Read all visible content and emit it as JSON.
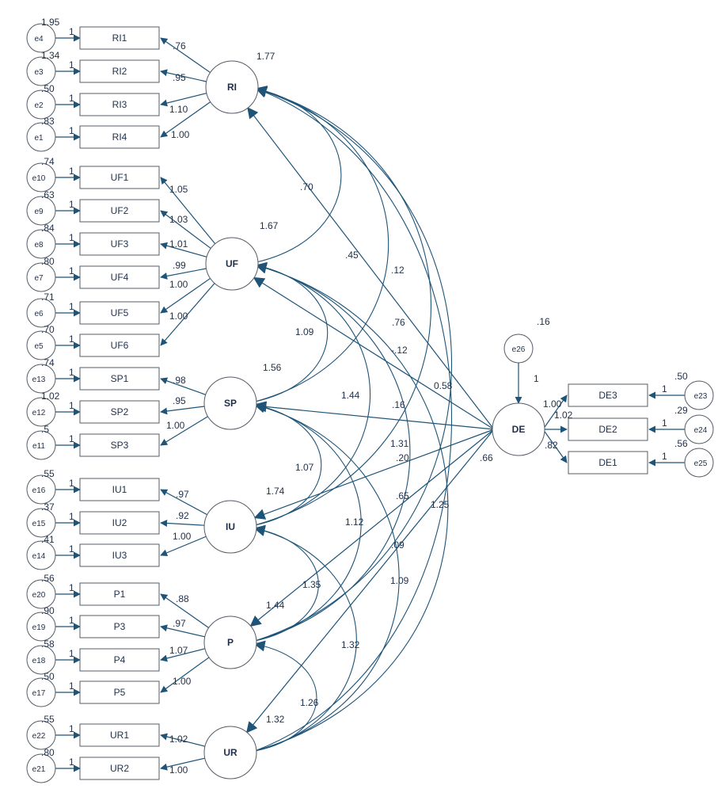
{
  "accent_color": "#1d5478",
  "latents": [
    {
      "id": "RI",
      "label": "RI",
      "variance": "1.77"
    },
    {
      "id": "UF",
      "label": "UF",
      "variance": "1.67"
    },
    {
      "id": "SP",
      "label": "SP",
      "variance": "1.56"
    },
    {
      "id": "IU",
      "label": "IU",
      "variance": "1.74"
    },
    {
      "id": "P",
      "label": "P",
      "variance": "1.44"
    },
    {
      "id": "UR",
      "label": "UR",
      "variance": "1.32"
    }
  ],
  "indicators": [
    {
      "label": "RI1",
      "latent": "RI",
      "loading": ".76",
      "error": "e4",
      "error_variance": "1.95",
      "fixed": "1"
    },
    {
      "label": "RI2",
      "latent": "RI",
      "loading": ".95",
      "error": "e3",
      "error_variance": "1.34",
      "fixed": "1"
    },
    {
      "label": "RI3",
      "latent": "RI",
      "loading": "1.10",
      "error": "e2",
      "error_variance": ".50",
      "fixed": "1"
    },
    {
      "label": "RI4",
      "latent": "RI",
      "loading": "1.00",
      "error": "e1",
      "error_variance": ".83",
      "fixed": "1"
    },
    {
      "label": "UF1",
      "latent": "UF",
      "loading": "1.05",
      "error": "e10",
      "error_variance": ".74",
      "fixed": "1"
    },
    {
      "label": "UF2",
      "latent": "UF",
      "loading": "1.03",
      "error": "e9",
      "error_variance": ".63",
      "fixed": "1"
    },
    {
      "label": "UF3",
      "latent": "UF",
      "loading": "1.01",
      "error": "e8",
      "error_variance": ".84",
      "fixed": "1"
    },
    {
      "label": "UF4",
      "latent": "UF",
      "loading": ".99",
      "error": "e7",
      "error_variance": ".80",
      "fixed": "1"
    },
    {
      "label": "UF5",
      "latent": "UF",
      "loading": "1.00",
      "error": "e6",
      "error_variance": ".71",
      "fixed": "1"
    },
    {
      "label": "UF6",
      "latent": "UF",
      "loading": "1.00",
      "error": "e5",
      "error_variance": ".70",
      "fixed": "1"
    },
    {
      "label": "SP1",
      "latent": "SP",
      "loading": ".98",
      "error": "e13",
      "error_variance": ".74",
      "fixed": "1"
    },
    {
      "label": "SP2",
      "latent": "SP",
      "loading": ".95",
      "error": "e12",
      "error_variance": "1.02",
      "fixed": "1"
    },
    {
      "label": "SP3",
      "latent": "SP",
      "loading": "1.00",
      "error": "e11",
      "error_variance": ".5",
      "fixed": "1"
    },
    {
      "label": "IU1",
      "latent": "IU",
      "loading": ".97",
      "error": "e16",
      "error_variance": ".55",
      "fixed": "1"
    },
    {
      "label": "IU2",
      "latent": "IU",
      "loading": ".92",
      "error": "e15",
      "error_variance": ".37",
      "fixed": "1"
    },
    {
      "label": "IU3",
      "latent": "IU",
      "loading": "1.00",
      "error": "e14",
      "error_variance": ".41",
      "fixed": "1"
    },
    {
      "label": "P1",
      "latent": "P",
      "loading": ".88",
      "error": "e20",
      "error_variance": ".56",
      "fixed": "1"
    },
    {
      "label": "P3",
      "latent": "P",
      "loading": ".97",
      "error": "e19",
      "error_variance": ".90",
      "fixed": "1"
    },
    {
      "label": "P4",
      "latent": "P",
      "loading": "1.07",
      "error": "e18",
      "error_variance": ".58",
      "fixed": "1"
    },
    {
      "label": "P5",
      "latent": "P",
      "loading": "1.00",
      "error": "e17",
      "error_variance": ".50",
      "fixed": "1"
    },
    {
      "label": "UR1",
      "latent": "UR",
      "loading": "1.02",
      "error": "e22",
      "error_variance": ".55",
      "fixed": "1"
    },
    {
      "label": "UR2",
      "latent": "UR",
      "loading": "1.00",
      "error": "e21",
      "error_variance": ".80",
      "fixed": "1"
    }
  ],
  "de": {
    "label": "DE",
    "disturbance": "e26",
    "disturbance_variance": ".16",
    "disturbance_fixed": "1",
    "indicators": [
      {
        "label": "DE3",
        "loading": "1.00",
        "error": "e23",
        "error_variance": ".50",
        "fixed": "1"
      },
      {
        "label": "DE2",
        "loading": "1.02",
        "error": "e24",
        "error_variance": ".29",
        "fixed": "1"
      },
      {
        "label": "DE1",
        "loading": ".82",
        "error": "e25",
        "error_variance": ".56",
        "fixed": "1"
      }
    ]
  },
  "structural_paths": [
    {
      "from": "DE",
      "to": "RI",
      "value": ".12"
    },
    {
      "from": "DE",
      "to": "UF",
      "value": "-.12"
    },
    {
      "from": "DE",
      "to": "SP",
      "value": "0.58"
    },
    {
      "from": "DE",
      "to": "IU",
      "value": ".20"
    },
    {
      "from": "DE",
      "to": "P",
      "value": ".09"
    },
    {
      "from": "DE",
      "to": "UR",
      "value": ".66"
    }
  ],
  "covariances": [
    {
      "a": "RI",
      "b": "UF",
      "value": ".70"
    },
    {
      "a": "RI",
      "b": "SP",
      "value": ".45"
    },
    {
      "a": "RI",
      "b": "IU",
      "value": ".76"
    },
    {
      "a": "RI",
      "b": "P",
      "value": ".16"
    },
    {
      "a": "RI",
      "b": "UR",
      "value": "1.25"
    },
    {
      "a": "UF",
      "b": "SP",
      "value": "1.09"
    },
    {
      "a": "UF",
      "b": "IU",
      "value": "1.44"
    },
    {
      "a": "UF",
      "b": "P",
      "value": "1.31"
    },
    {
      "a": "UF",
      "b": "UR",
      "value": ".65"
    },
    {
      "a": "SP",
      "b": "IU",
      "value": "1.07"
    },
    {
      "a": "SP",
      "b": "P",
      "value": "1.12"
    },
    {
      "a": "SP",
      "b": "UR",
      "value": "1.09"
    },
    {
      "a": "IU",
      "b": "P",
      "value": "1.35"
    },
    {
      "a": "IU",
      "b": "UR",
      "value": "1.32"
    },
    {
      "a": "P",
      "b": "UR",
      "value": "1.26"
    }
  ]
}
